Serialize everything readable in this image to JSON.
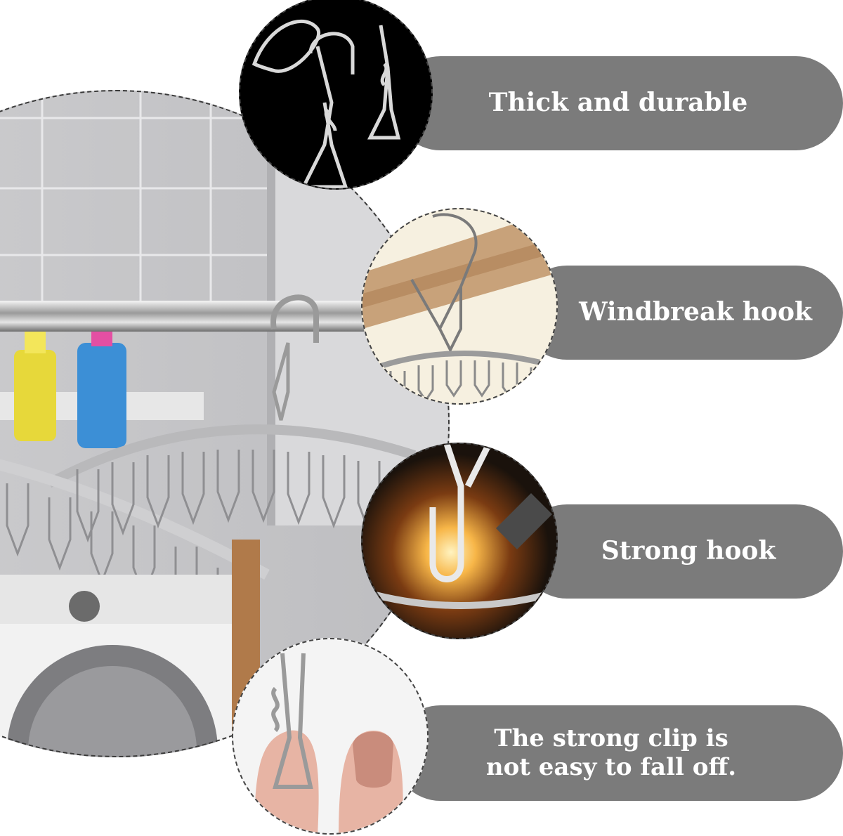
{
  "features": [
    {
      "label": "Thick and durable",
      "icon": "clothespin-closeup-icon"
    },
    {
      "label": "Windbreak hook",
      "icon": "s-hook-on-rod-icon"
    },
    {
      "label": "Strong hook",
      "icon": "welded-hook-icon"
    },
    {
      "label": "The strong clip is not easy to fall off.",
      "icon": "clip-between-fingers-icon"
    }
  ],
  "colors": {
    "banner": "#7b7b7b",
    "banner_text": "#ffffff",
    "background": "#ffffff"
  }
}
